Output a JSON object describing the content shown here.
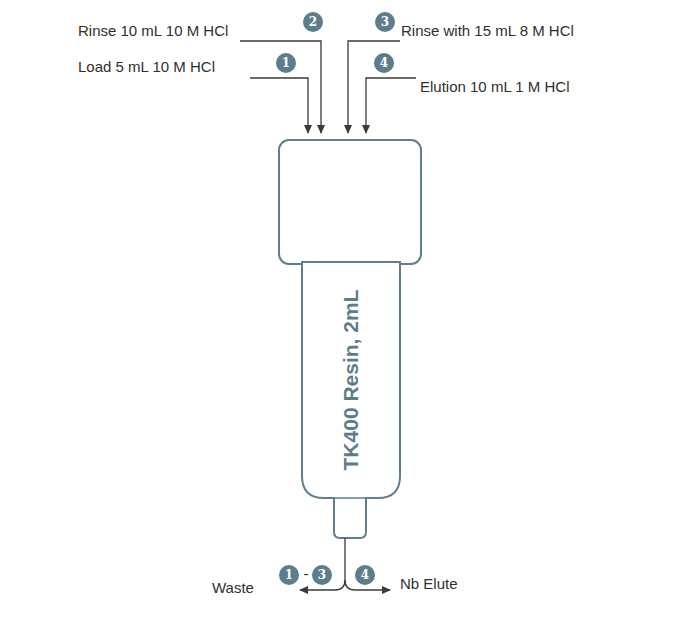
{
  "diagram": {
    "nodes": [
      {
        "text": [
          "TK400 Resin, 2mL"
        ]
      }
    ],
    "labels": [
      "Rinse 10 mL 10 M HCl",
      "2",
      "Rinse with 15 mL 8 M HCl",
      "3",
      "Load 5 mL 10 M HCl",
      "1",
      "Elution 10 mL 1 M HCl",
      "4",
      "Waste",
      "1",
      "-",
      "3",
      "4",
      "Nb Elute"
    ]
  }
}
